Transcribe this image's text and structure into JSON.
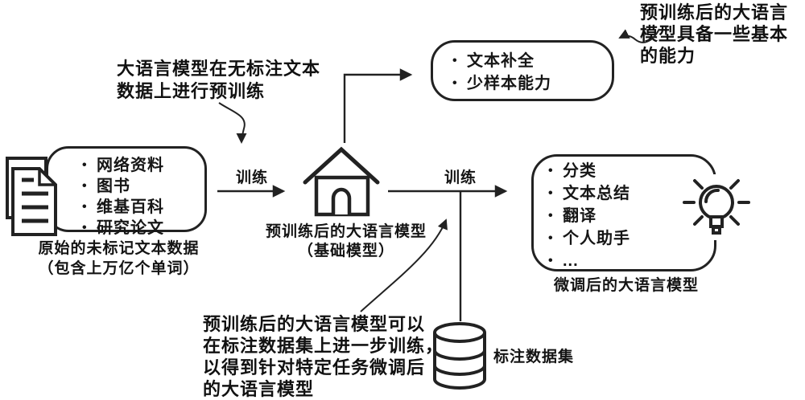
{
  "annotations": {
    "pretrain_note": "大语言模型在无标注文本\n数据上进行预训练",
    "capability_note": "预训练后的大语言\n模型具备一些基本\n的能力",
    "finetune_note": "预训练后的大语言模型可以\n在标注数据集上进一步训练，\n以得到针对特定任务微调后\n的大语言模型"
  },
  "raw_data_box": {
    "items": [
      "网络资料",
      "图书",
      "维基百科",
      "研究论文"
    ],
    "caption": "原始的未标记文本数据\n（包含上万亿个单词）"
  },
  "base_model": {
    "caption": "预训练后的大语言模型\n（基础模型）"
  },
  "capabilities_box": {
    "items": [
      "文本补全",
      "少样本能力"
    ]
  },
  "finetuned_box": {
    "items": [
      "分类",
      "文本总结",
      "翻译",
      "个人助手",
      "..."
    ],
    "caption": "微调后的大语言模型"
  },
  "dataset": {
    "label": "标注数据集"
  },
  "edges": {
    "train_label_1": "训练",
    "train_label_2": "训练"
  },
  "icons": {
    "raw_data": "documents-icon",
    "base_model": "house-icon",
    "dataset": "database-icon",
    "finetuned": "lightbulb-icon"
  },
  "colors": {
    "background": "#ffffff",
    "stroke": "#222222",
    "text": "#141414"
  }
}
